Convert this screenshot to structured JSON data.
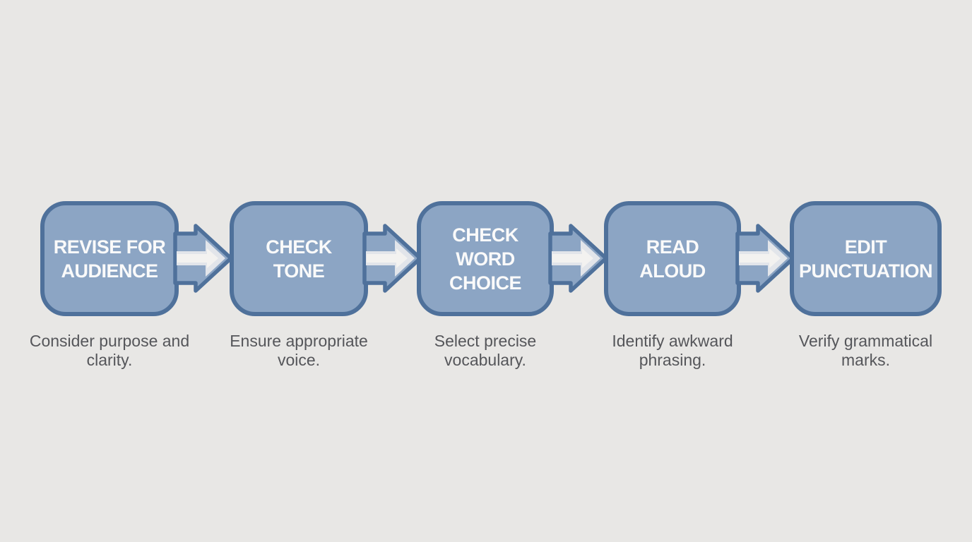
{
  "diagram_title": "revision-process-flowchart",
  "colors": {
    "background": "#e8e7e5",
    "box_fill": "#8ca5c4",
    "box_border": "#4f719b",
    "box_text": "#fafafa",
    "caption_text": "#55565a",
    "arrow_head_fill": "#e2e5ea",
    "arrow_inner_fill": "#f3f2f0"
  },
  "steps": [
    {
      "title": "REVISE FOR\nAUDIENCE",
      "caption": "Consider purpose and clarity."
    },
    {
      "title": "CHECK\nTONE",
      "caption": "Ensure appropriate voice."
    },
    {
      "title": "CHECK\nWORD\nCHOICE",
      "caption": "Select precise vocabulary."
    },
    {
      "title": "READ\nALOUD",
      "caption": "Identify awkward phrasing."
    },
    {
      "title": "EDIT\nPUNCTUATION",
      "caption": "Verify grammatical marks."
    }
  ]
}
